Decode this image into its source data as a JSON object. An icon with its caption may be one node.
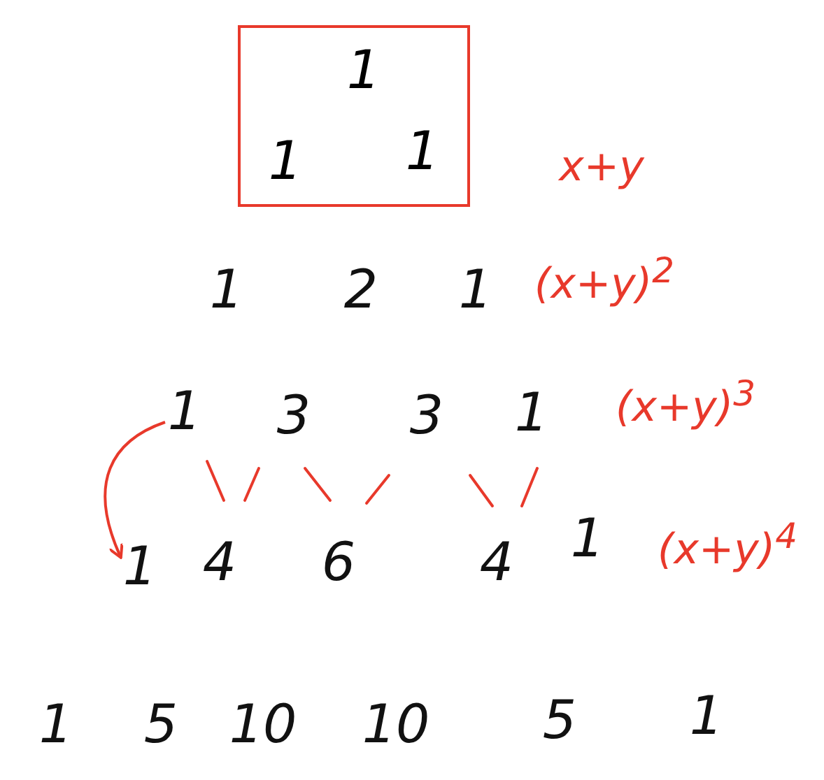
{
  "diagram": {
    "nodes": [
      {
        "text": [
          "1",
          "1",
          "1"
        ]
      },
      {
        "text": [
          "1"
        ]
      },
      {
        "text": [
          "1"
        ]
      }
    ],
    "edges": [
      {
        "from": 1,
        "to": 2,
        "arrow": "to",
        "color": "#e8392b"
      }
    ],
    "labels": [
      "x+y",
      "1",
      "2",
      "1",
      "(x+y)$^{2}$",
      "3",
      "3",
      "1",
      "(x+y)$^{3}$",
      "4",
      "6",
      "4",
      "1",
      "(x+y)$^{4}$",
      "1",
      "5",
      "10",
      "10",
      "5",
      "1"
    ]
  }
}
